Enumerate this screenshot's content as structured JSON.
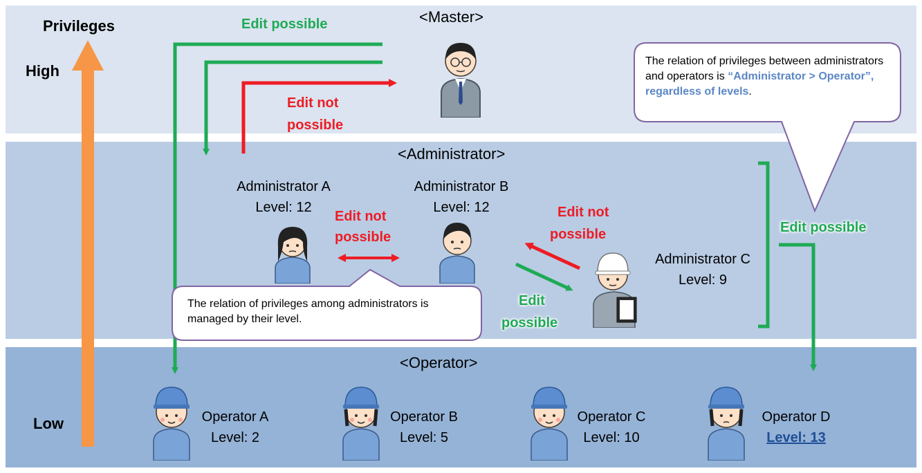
{
  "sections": {
    "master": "<Master>",
    "administrator": "<Administrator>",
    "operator": "<Operator>"
  },
  "axis": {
    "title": "Privileges",
    "high": "High",
    "low": "Low"
  },
  "edges": {
    "edit_possible_top": "Edit possible",
    "edit_not_possible_master_l1": "Edit not",
    "edit_not_possible_master_l2": "possible",
    "edit_not_possible_ab_l1": "Edit not",
    "edit_not_possible_ab_l2": "possible",
    "edit_not_possible_cb_l1": "Edit not",
    "edit_not_possible_cb_l2": "possible",
    "edit_possible_bc_l1": "Edit",
    "edit_possible_bc_l2": "possible",
    "edit_possible_right": "Edit possible"
  },
  "administrators": [
    {
      "name": "Administrator A",
      "level": "Level: 12"
    },
    {
      "name": "Administrator B",
      "level": "Level: 12"
    },
    {
      "name": "Administrator C",
      "level": "Level: 9"
    }
  ],
  "operators": [
    {
      "name": "Operator A",
      "level": "Level: 2"
    },
    {
      "name": "Operator B",
      "level": "Level: 5"
    },
    {
      "name": "Operator C",
      "level": "Level: 10"
    },
    {
      "name": "Operator D",
      "level": "Level: 13"
    }
  ],
  "callouts": {
    "right_part1": "The relation of privileges between administrators and operators is ",
    "right_highlight": "“Administrator > Operator”, regardless of levels",
    "right_part2": ".",
    "left": "The relation of privileges among administrators is managed by their level."
  },
  "colors": {
    "green": "#1faa55",
    "red": "#ee1c24",
    "orange": "#f79646",
    "band_master": "#dbe4f0",
    "band_admin": "#b9cce4",
    "band_operator": "#95b3d7"
  }
}
